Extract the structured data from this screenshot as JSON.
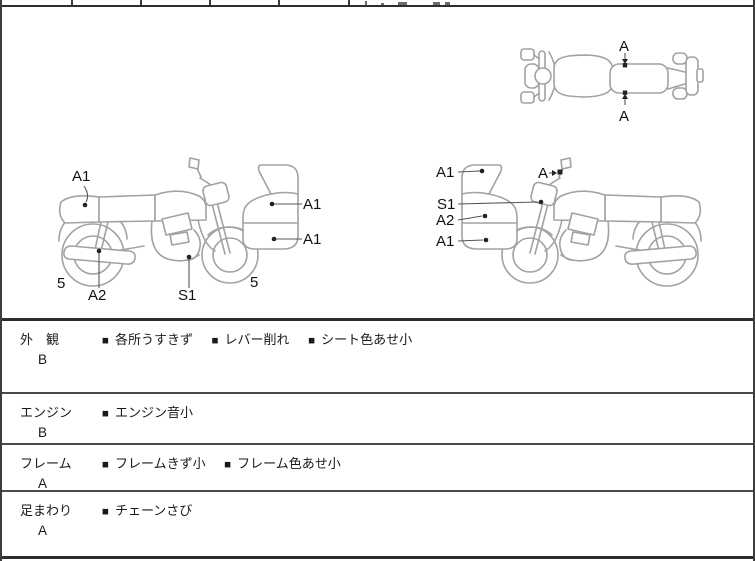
{
  "colors": {
    "border": "#3c3c3c",
    "art_line": "#a2a2a2",
    "text": "#1a1a1a",
    "leader": "#555555"
  },
  "diagram": {
    "top_view": {
      "label_top": "A",
      "label_bottom": "A"
    },
    "left_view": {
      "tail": "A1",
      "wheel_left": "5",
      "muffler": "A2",
      "exhaust": "S1",
      "wheel_right": "5",
      "fairing_upper": "A1",
      "fairing_lower": "A1"
    },
    "right_view": {
      "fairing_top": "A1",
      "mirror": "A",
      "headlight": "S1",
      "fairing_mid": "A2",
      "fairing_lower": "A1"
    }
  },
  "table": {
    "bullet": "■",
    "rows": [
      {
        "category": "外　観",
        "grade": "B",
        "items": [
          "各所うすきず",
          "レバー削れ",
          "シート色あせ小"
        ]
      },
      {
        "category": "エンジン",
        "grade": "B",
        "items": [
          "エンジン音小"
        ]
      },
      {
        "category": "フレーム",
        "grade": "A",
        "items": [
          "フレームきず小",
          "フレーム色あせ小"
        ]
      },
      {
        "category": "足まわり",
        "grade": "A",
        "items": [
          "チェーンさび"
        ]
      }
    ]
  }
}
